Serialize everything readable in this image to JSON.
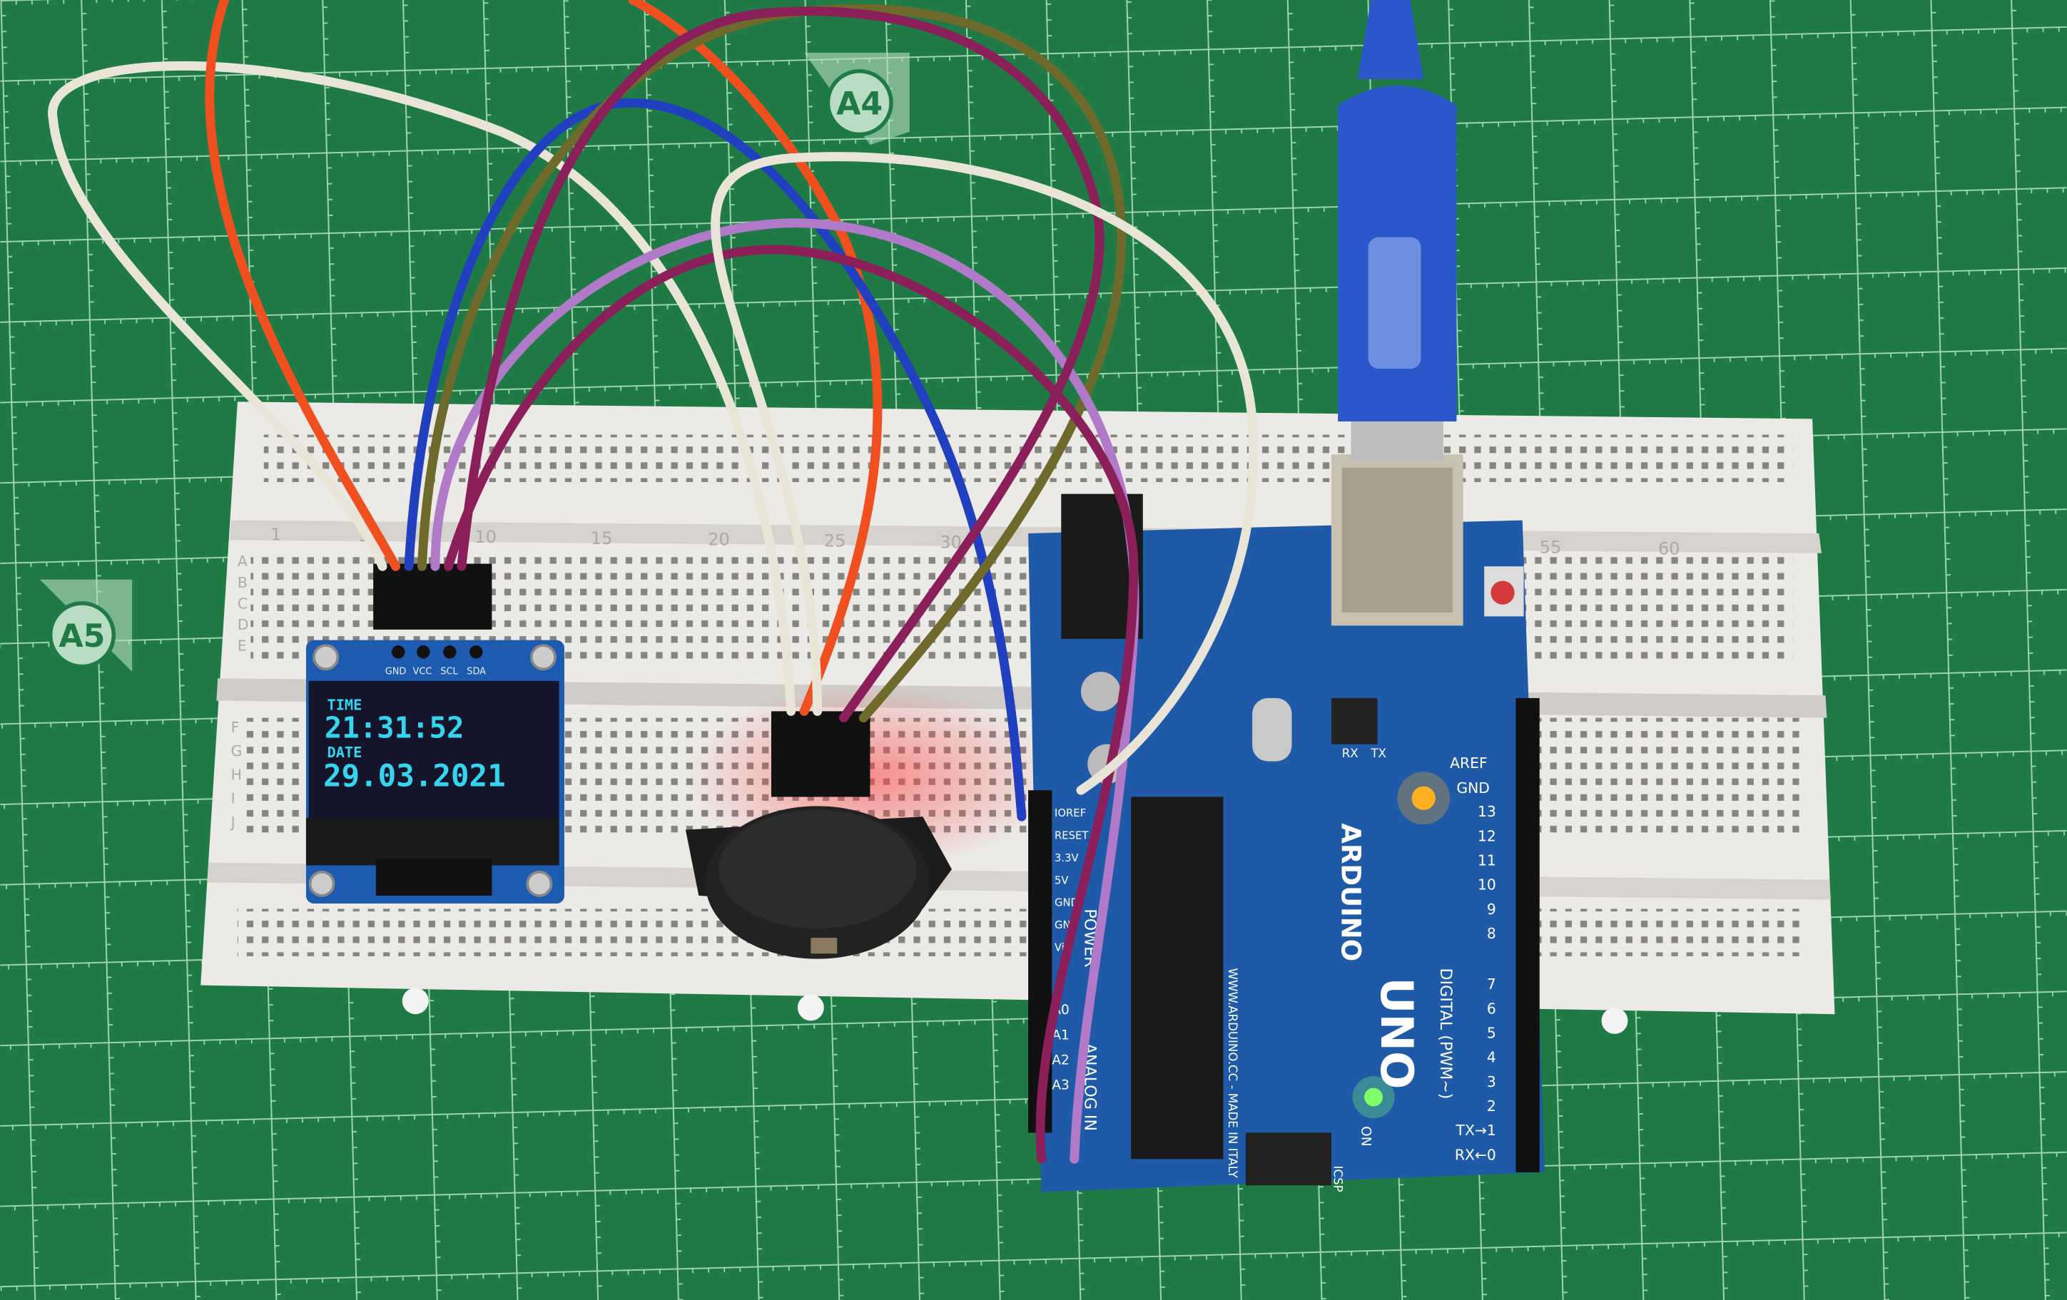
{
  "scene": {
    "mat_labels": [
      "A4",
      "A5"
    ],
    "colors": {
      "mat": "#1f7a45",
      "mat_grid": "#9fd3b0",
      "breadboard": "#eceae6",
      "arduino": "#1e5aa8",
      "oled_text": "#35d4ef",
      "usb_cable": "#2a57c9",
      "led_orange": "#ffb020",
      "led_green": "#7dff6a"
    }
  },
  "breadboard": {
    "column_numbers": [
      "1",
      "5",
      "10",
      "15",
      "20",
      "25",
      "30",
      "55",
      "60"
    ],
    "row_letters_top": [
      "A",
      "B",
      "C",
      "D",
      "E"
    ],
    "row_letters_bottom": [
      "F",
      "G",
      "H",
      "I",
      "J"
    ]
  },
  "oled": {
    "pins": [
      "GND",
      "VCC",
      "SCL",
      "SDA"
    ],
    "time_label": "TIME",
    "time_value": "21:31:52",
    "date_label": "DATE",
    "date_value": "29.03.2021"
  },
  "arduino": {
    "brand": "ARDUINO",
    "model": "UNO",
    "digital_label": "DIGITAL (PWM~)",
    "analog_label": "ANALOG IN",
    "power_label": "POWER",
    "aref": "AREF",
    "gnd": "GND",
    "digital_pins": [
      "13",
      "12",
      "11",
      "10",
      "9",
      "8",
      "7",
      "6",
      "5",
      "4",
      "3",
      "2",
      "TX→1",
      "RX←0"
    ],
    "analog_pins": [
      "A0",
      "A1",
      "A2",
      "A3"
    ],
    "power_pins": [
      "IOREF",
      "RESET",
      "3.3V",
      "5V",
      "GND",
      "GND",
      "Vin"
    ],
    "on_label": "ON",
    "tx_label": "TX",
    "rx_label": "RX",
    "footer": "WWW.ARDUINO.CC - MADE IN ITALY",
    "icsp": "ICSP"
  }
}
